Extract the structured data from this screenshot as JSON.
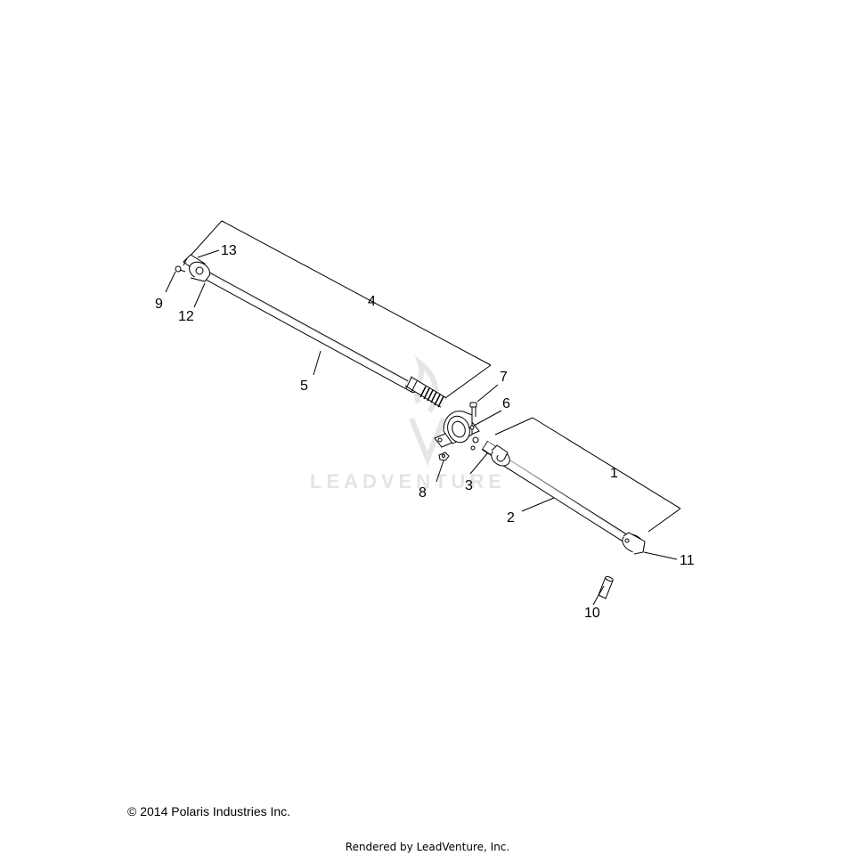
{
  "watermark": {
    "text": "LEADVENTURE"
  },
  "callouts": {
    "c1": "1",
    "c2": "2",
    "c3": "3",
    "c4": "4",
    "c5": "5",
    "c6": "6",
    "c7": "7",
    "c8": "8",
    "c9": "9",
    "c10": "10",
    "c11": "11",
    "c12": "12",
    "c13": "13"
  },
  "footer": {
    "copyright": "© 2014 Polaris Industries Inc.",
    "rendered_by": "Rendered by LeadVenture, Inc."
  }
}
